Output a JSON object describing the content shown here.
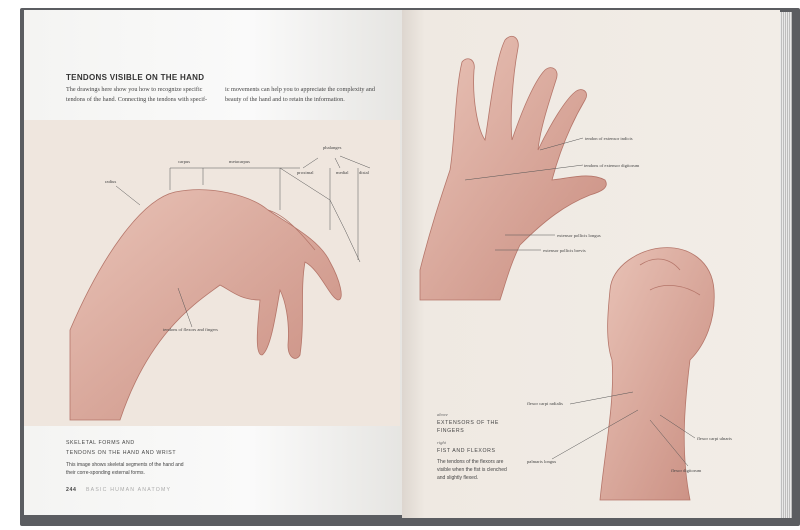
{
  "left_page": {
    "heading": "TENDONS VISIBLE ON THE HAND",
    "intro_col1": "The drawings here show you how to recognize specific tendons of the hand. Connecting the tendons with specif-",
    "intro_col2": "ic movements can help you to appreciate the complexity and beauty of the hand and to retain the information.",
    "labels": {
      "radius": "radius",
      "carpus": "carpus",
      "metacarpus": "metacarpus",
      "phalanges": "phalanges",
      "proximal": "proximal",
      "medial": "medial",
      "distal": "distal",
      "tendons": "tendons of flexors and fingers"
    },
    "caption_title_1": "SKELETAL FORMS AND",
    "caption_title_2": "TENDONS ON THE HAND AND WRIST",
    "caption_body": "This image shows skeletal segments of the hand and their corre-sponding external forms.",
    "page_number": "244",
    "running_head": "BASIC HUMAN ANATOMY"
  },
  "right_page": {
    "labels": {
      "extensor_indicis": "tendon of extensor indicis",
      "extensor_digitorum": "tendons of extensor digitorum",
      "pollicis_longus": "extensor pollicis longus",
      "pollicis_brevis": "extensor pollicis brevis",
      "carpi_radialis": "flexor carpi radialis",
      "palmaris": "palmaris longus",
      "carpi_ulnaris": "flexor carpi ulnaris",
      "flexor_digitorum": "flexor digitorum"
    },
    "caption_above": "above",
    "caption_above_title_1": "EXTENSORS OF THE",
    "caption_above_title_2": "FINGERS",
    "caption_right": "right",
    "caption_right_title": "FIST AND FLEXORS",
    "caption_body": "The tendons of the flexors are visible when the fist is clenched and slightly flexed."
  },
  "colors": {
    "ink": "#b5766a",
    "paper": "#efe6de"
  }
}
